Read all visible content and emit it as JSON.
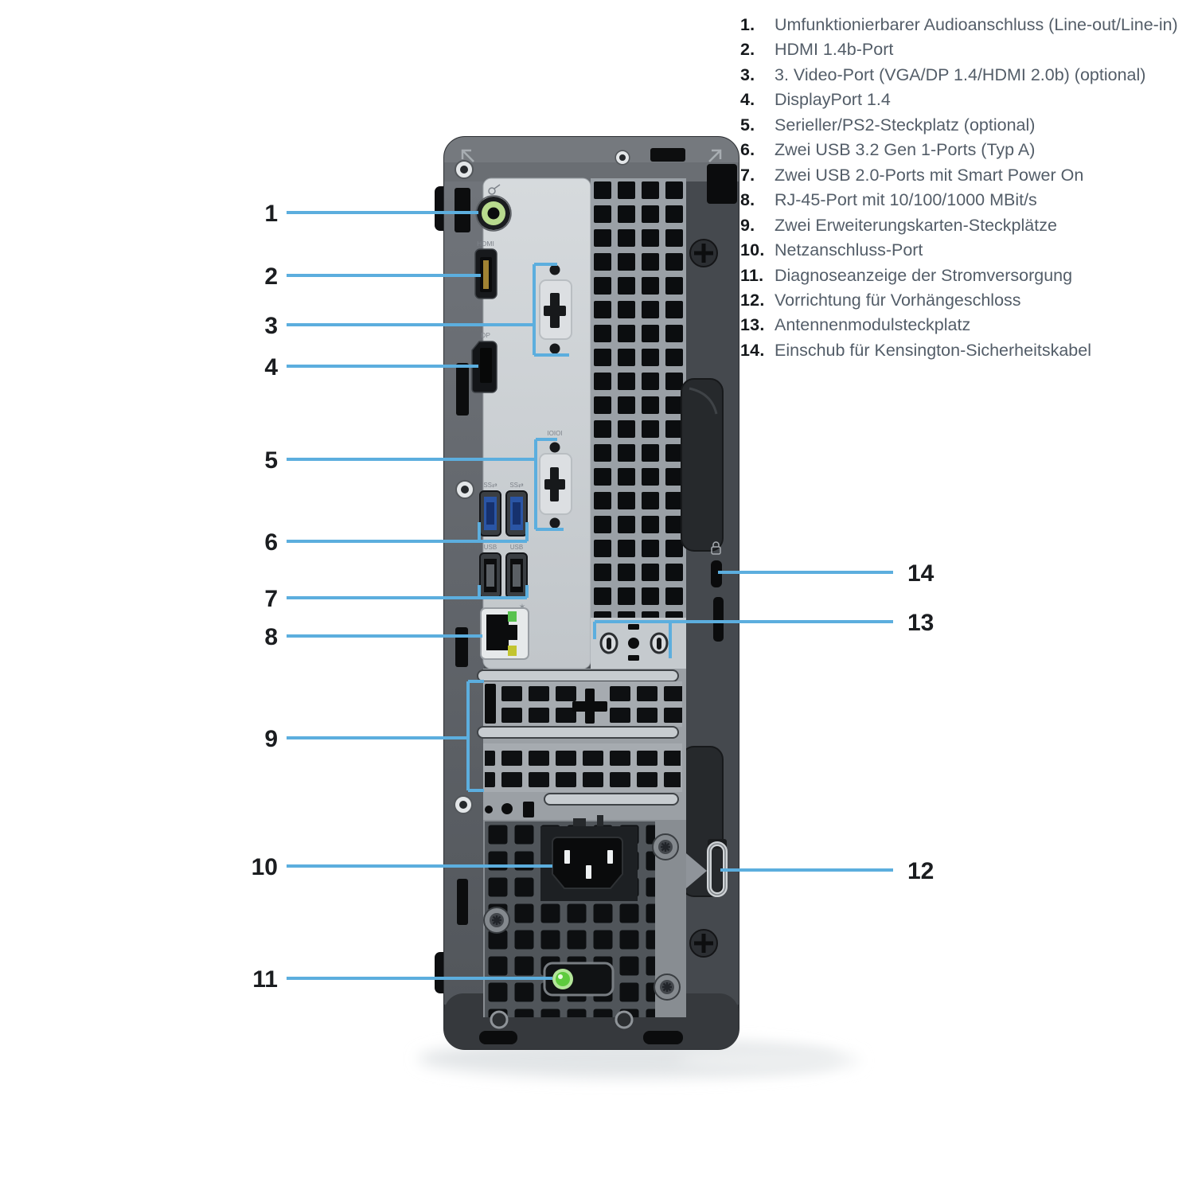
{
  "legend": {
    "items": [
      {
        "num": "1.",
        "text": "Umfunktionierbarer Audioanschluss (Line-out/Line-in)"
      },
      {
        "num": "2.",
        "text": "HDMI 1.4b-Port"
      },
      {
        "num": "3.",
        "text": "3. Video-Port (VGA/DP 1.4/HDMI 2.0b) (optional)"
      },
      {
        "num": "4.",
        "text": "DisplayPort 1.4"
      },
      {
        "num": "5.",
        "text": "Serieller/PS2-Steckplatz (optional)"
      },
      {
        "num": "6.",
        "text": "Zwei USB 3.2 Gen 1-Ports (Typ A)"
      },
      {
        "num": "7.",
        "text": "Zwei USB 2.0-Ports mit Smart Power On"
      },
      {
        "num": "8.",
        "text": "RJ-45-Port mit 10/100/1000 MBit/s"
      },
      {
        "num": "9.",
        "text": "Zwei Erweiterungskarten-Steckplätze"
      },
      {
        "num": "10.",
        "text": "Netzanschluss-Port"
      },
      {
        "num": "11.",
        "text": "Diagnoseanzeige der Stromversorgung"
      },
      {
        "num": "12.",
        "text": "Vorrichtung für Vorhängeschloss"
      },
      {
        "num": "13.",
        "text": "Antennenmodulsteckplatz"
      },
      {
        "num": "14.",
        "text": "Einschub für Kensington-Sicherheitskabel"
      }
    ]
  },
  "callouts": {
    "left": [
      {
        "num": "1"
      },
      {
        "num": "2"
      },
      {
        "num": "3"
      },
      {
        "num": "4"
      },
      {
        "num": "5"
      },
      {
        "num": "6"
      },
      {
        "num": "7"
      },
      {
        "num": "8"
      },
      {
        "num": "9"
      },
      {
        "num": "10"
      },
      {
        "num": "11"
      }
    ],
    "right": [
      {
        "num": "14"
      },
      {
        "num": "13"
      },
      {
        "num": "12"
      }
    ]
  },
  "port_labels": {
    "hdmi": "HDMI",
    "displayport": "DP",
    "serial": "IOIOI",
    "usb3": "SS⇄",
    "usb2": "USB",
    "smart_power_icon": "✶"
  },
  "colors": {
    "callout_line": "#5caede",
    "audio_ring": "#b8da8e",
    "usb3_blue": "#2a55a5",
    "power_led": "#5ecb3e",
    "rj45_link": "#58c24e",
    "rj45_activity": "#c2c42e"
  }
}
